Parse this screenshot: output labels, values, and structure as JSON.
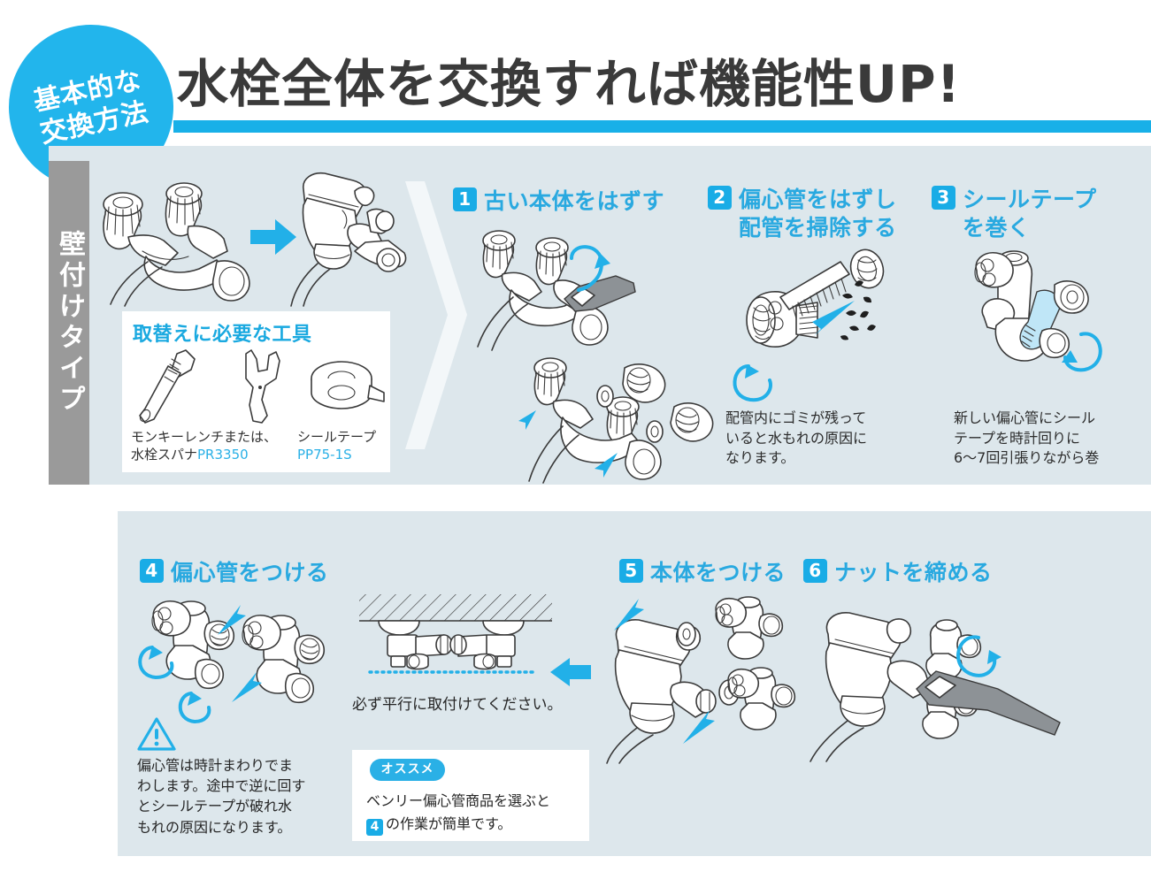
{
  "header": {
    "badge_lines": [
      "基本的な",
      "交換方法"
    ],
    "title": "水栓全体を交換すれば機能性UP!",
    "accent_color": "#22b5ec",
    "title_color": "#3a3a3a"
  },
  "sidebar": {
    "vertical_label": "壁付けタイプ",
    "bg_color": "#9a9a9a"
  },
  "toolbox": {
    "title": "取替えに必要な工具",
    "tools": [
      {
        "icon": "monkey-wrench-icon",
        "caption_line1": "モンキーレンチまたは、",
        "caption_line2": "水栓スパナ",
        "code": "PR3350"
      },
      {
        "icon": "faucet-spanner-icon",
        "caption_line1": "",
        "caption_line2": "",
        "code": ""
      },
      {
        "icon": "seal-tape-roll-icon",
        "caption_line1": "シールテープ",
        "caption_line2": "",
        "code": "PP75-1S"
      }
    ]
  },
  "intro": {
    "before_label": "old-two-handle-faucet",
    "arrow": "right-arrow-icon",
    "after_label": "new-single-lever-faucet"
  },
  "steps": [
    {
      "number": "1",
      "heading": "古い本体をはずす",
      "caption": "",
      "illustration": "wrench-loosening-faucet-nut"
    },
    {
      "number": "2",
      "heading": "偏心管をはずし\n配管を掃除する",
      "caption": "配管内にゴミが残って\nいると水もれの原因に\nなります。",
      "illustration": "brush-cleaning-pipe-with-debris"
    },
    {
      "number": "3",
      "heading": "シールテープ\nを巻く",
      "caption": "新しい偏心管にシール\nテープを時計回りに\n6〜7回引張りながら巻",
      "illustration": "eccentric-pipe-with-seal-tape"
    },
    {
      "number": "4",
      "heading": "偏心管をつける",
      "caption": "",
      "illustration": "attaching-eccentric-pipes-rotating"
    },
    {
      "number": "5",
      "heading": "本体をつける",
      "caption": "",
      "illustration": "attaching-faucet-body-with-packings"
    },
    {
      "number": "6",
      "heading": "ナットを締める",
      "caption": "",
      "illustration": "tightening-nut-with-wrench"
    }
  ],
  "warning": {
    "icon": "warning-triangle-icon",
    "text": "偏心管は時計まわりでま\nわします。途中で逆に回す\nとシールテープが破れ水\nもれの原因になります。"
  },
  "parallel_note": {
    "illustration": "parallel-mounting-under-wall",
    "caption": "必ず平行に取付けてください。"
  },
  "recommendation": {
    "badge": "オススメ",
    "line1": "ベンリー偏心管商品を選ぶと",
    "step_ref": "4",
    "line2_suffix": "の作業が簡単です。"
  },
  "colors": {
    "panel_bg": "#dde7ec",
    "accent": "#22b0e8",
    "heading": "#29a9e0",
    "step_chip": "#19ace6",
    "white": "#ffffff"
  }
}
